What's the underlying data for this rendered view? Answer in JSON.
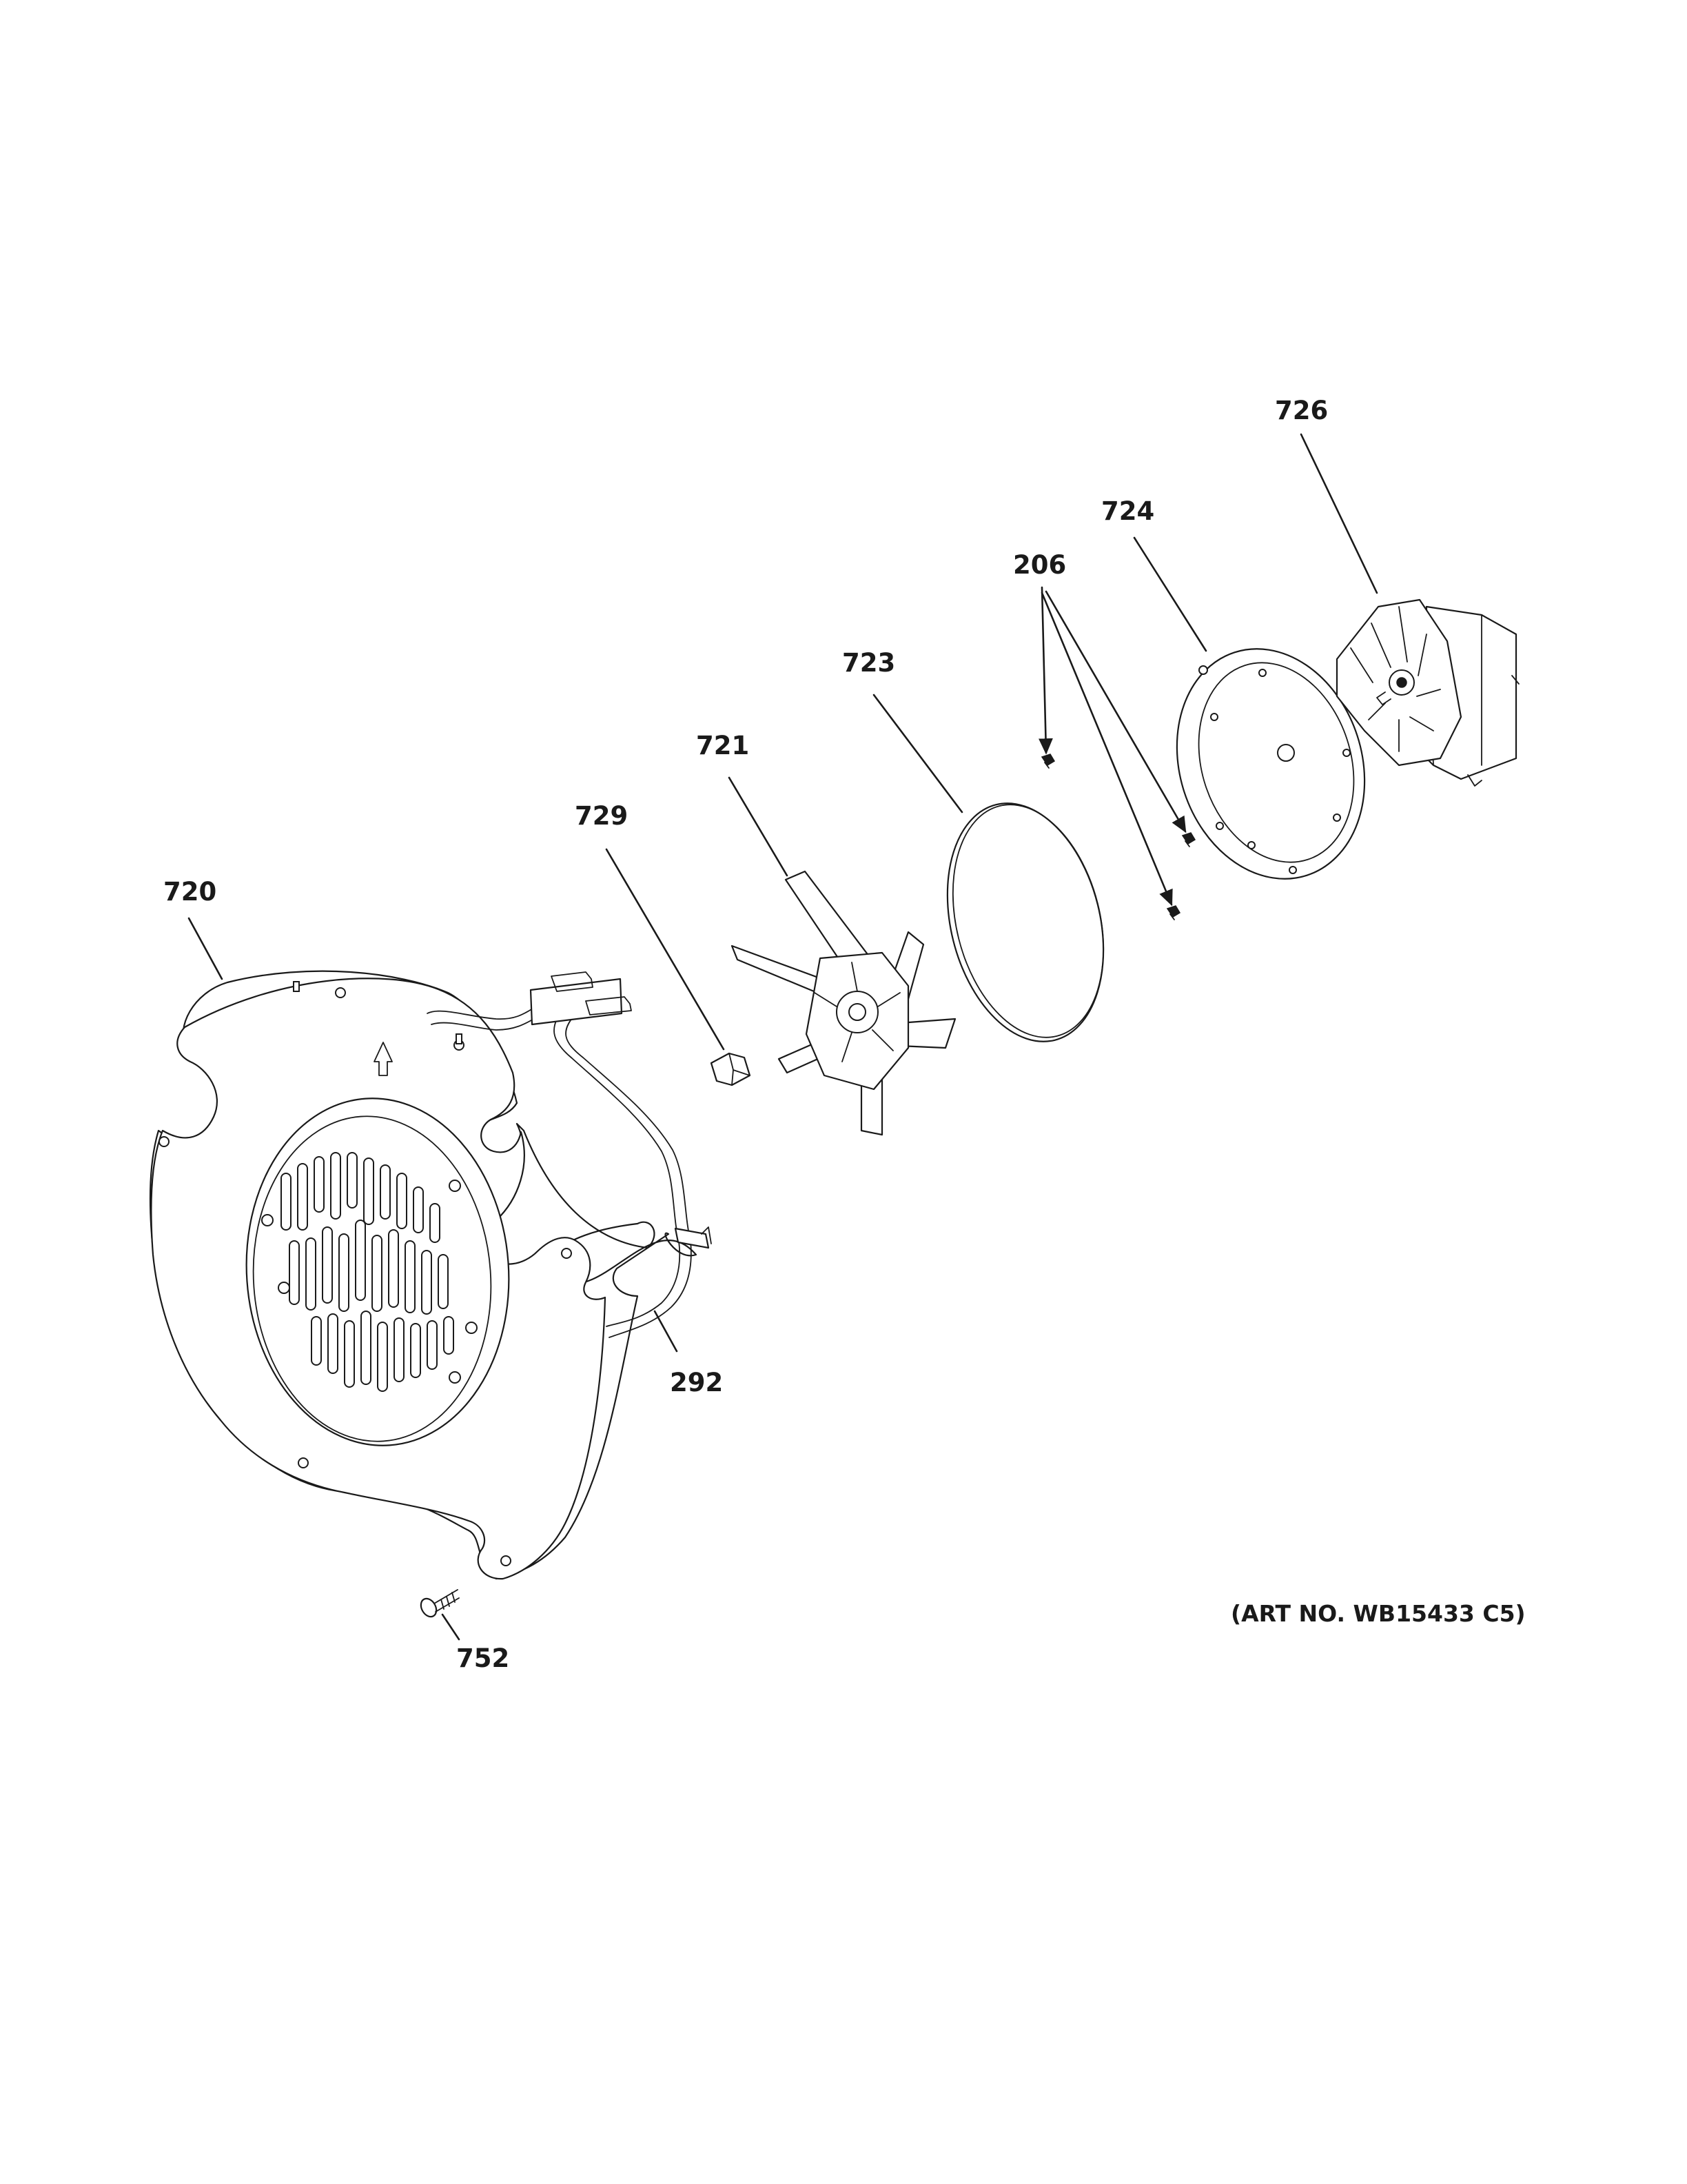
{
  "callouts": {
    "p720": "720",
    "p729": "729",
    "p721": "721",
    "p723": "723",
    "p206": "206",
    "p724": "724",
    "p726": "726",
    "p292": "292",
    "p752": "752"
  },
  "art_number": "(ART NO. WB15433 C5)"
}
